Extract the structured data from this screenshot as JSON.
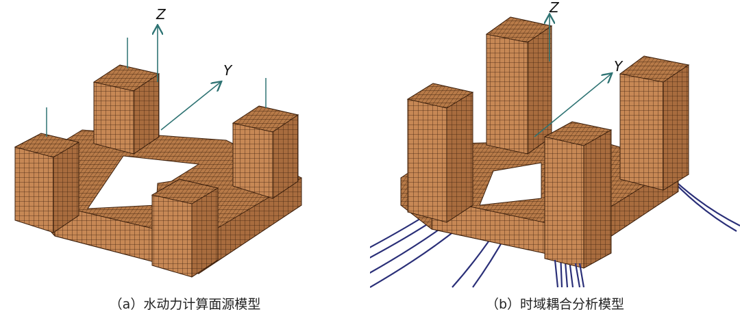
{
  "panels": [
    {
      "caption": "（a）水动力计算面源模型",
      "axes": {
        "z": "Z",
        "y": "Y"
      }
    },
    {
      "caption": "（b）时域耦合分析模型",
      "axes": {
        "z": "Z",
        "y": "Y"
      }
    }
  ],
  "colors": {
    "mesh_face": "#c78855",
    "mesh_face_dark": "#a86c3e",
    "mesh_line": "#3b1f0c",
    "axis": "#2e7373",
    "mooring": "#2a2f78"
  }
}
